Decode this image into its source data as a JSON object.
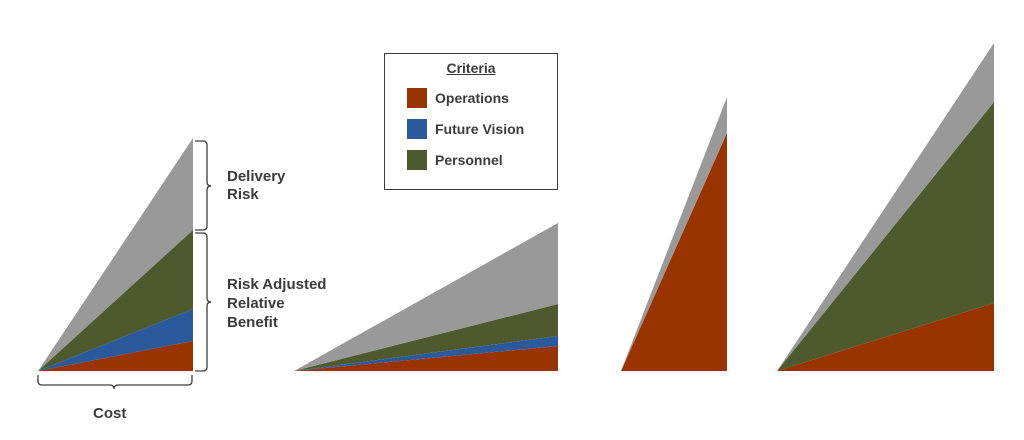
{
  "legend": {
    "title": "Criteria",
    "items": [
      {
        "label": "Operations",
        "color": "#993300"
      },
      {
        "label": "Future Vision",
        "color": "#2a5a9b"
      },
      {
        "label": "Personnel",
        "color": "#4e5a2e"
      }
    ]
  },
  "risk_color": "#999999",
  "annotations": {
    "delivery_risk": [
      "Delivery",
      "Risk"
    ],
    "relative_benefit": [
      "Risk Adjusted",
      "Relative",
      "Benefit"
    ],
    "cost": "Cost"
  },
  "chart_data": {
    "type": "area",
    "description_units": "relative",
    "series_names": [
      "Operations",
      "Future Vision",
      "Personnel",
      "Delivery Risk"
    ],
    "options": [
      {
        "cost": 155,
        "operations": 30,
        "future_vision": 32,
        "personnel": 79,
        "delivery_risk": 92
      },
      {
        "cost": 264,
        "operations": 25,
        "future_vision": 10,
        "personnel": 32,
        "delivery_risk": 81
      },
      {
        "cost": 106,
        "operations": 238,
        "future_vision": 0,
        "personnel": 0,
        "delivery_risk": 36
      },
      {
        "cost": 217,
        "operations": 68,
        "future_vision": 0,
        "personnel": 201,
        "delivery_risk": 59
      }
    ]
  }
}
